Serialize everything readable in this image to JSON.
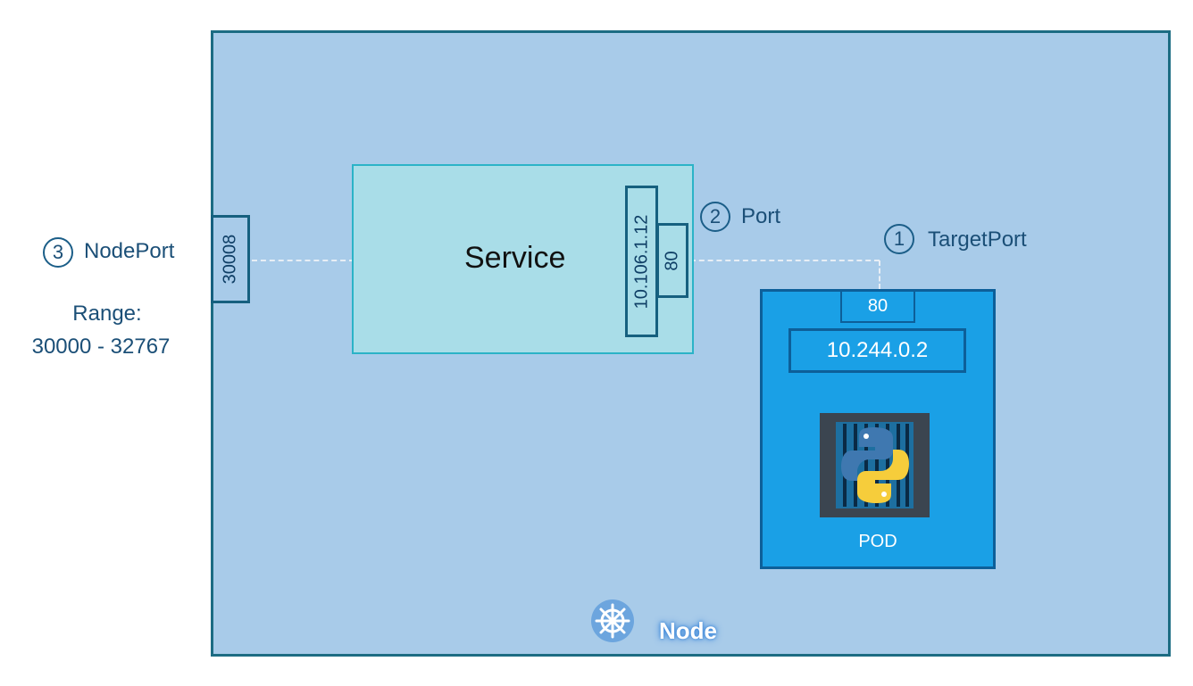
{
  "node": {
    "label": "Node"
  },
  "service": {
    "label": "Service",
    "cluster_ip": "10.106.1.12",
    "port": "80"
  },
  "pod": {
    "target_port": "80",
    "ip": "10.244.0.2",
    "label": "POD"
  },
  "node_port": {
    "value": "30008"
  },
  "callouts": {
    "target_port": {
      "number": "1",
      "label": "TargetPort"
    },
    "port": {
      "number": "2",
      "label": "Port"
    },
    "node_port": {
      "number": "3",
      "label": "NodePort"
    }
  },
  "range": {
    "title": "Range:",
    "value": "30000 - 32767"
  },
  "colors": {
    "node_bg": "#a8cbe9",
    "service_bg": "#a9dde8",
    "pod_bg": "#1aa0e6",
    "accent": "#1b4f77"
  },
  "icons": {
    "node_icon": "helm-wheel-icon",
    "container_icon": "python-icon"
  }
}
